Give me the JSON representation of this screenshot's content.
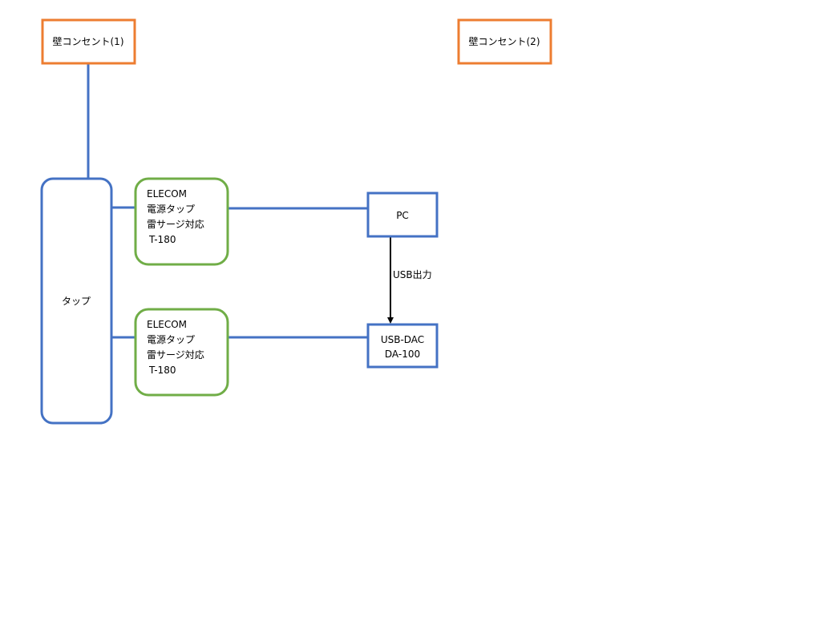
{
  "colors": {
    "outlet_border": "#ED7D31",
    "tap_border": "#4472C4",
    "surge_border": "#70AD47",
    "device_border": "#4472C4",
    "wire": "#4472C4",
    "arrow": "#000000"
  },
  "nodes": {
    "outlet_1": {
      "label": "壁コンセント(1)"
    },
    "outlet_2": {
      "label": "壁コンセント(2)"
    },
    "power_strip": {
      "label": "タップ"
    },
    "surge_tap_1": {
      "lines": [
        "ELECOM",
        "電源タップ",
        "雷サージ対応",
        "T-180"
      ]
    },
    "surge_tap_2": {
      "lines": [
        "ELECOM",
        "電源タップ",
        "雷サージ対応",
        "T-180"
      ]
    },
    "pc": {
      "label": "PC"
    },
    "usb_dac": {
      "lines": [
        "USB-DAC",
        "DA-100"
      ]
    }
  },
  "edges": {
    "pc_to_dac": {
      "label": "USB出力"
    }
  }
}
